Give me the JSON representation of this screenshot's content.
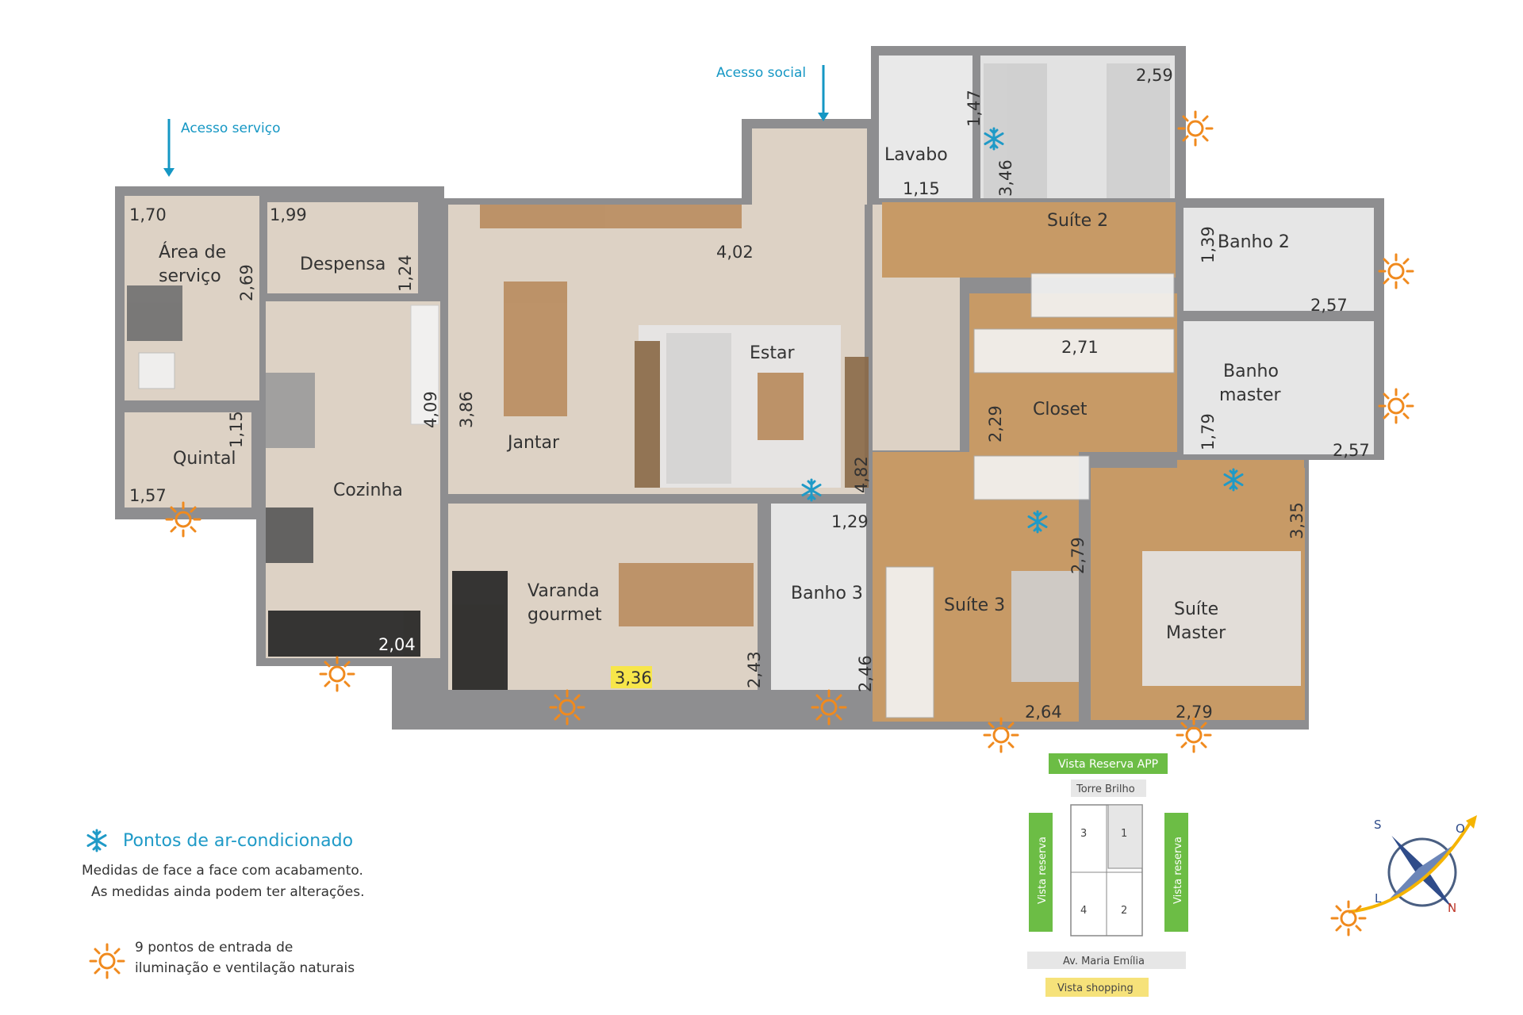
{
  "access": {
    "service": "Acesso serviço",
    "social": "Acesso social"
  },
  "rooms": {
    "area_servico": "Área de serviço",
    "despensa": "Despensa",
    "quintal": "Quintal",
    "cozinha": "Cozinha",
    "jantar": "Jantar",
    "estar": "Estar",
    "varanda": "Varanda gourmet",
    "lavabo": "Lavabo",
    "suite2": "Suíte 2",
    "banho2": "Banho 2",
    "banho_master": "Banho master",
    "closet": "Closet",
    "banho3": "Banho 3",
    "suite3": "Suíte 3",
    "suite_master": "Suíte Master"
  },
  "dimensions": {
    "d170": "1,70",
    "d269": "2,69",
    "d199": "1,99",
    "d124": "1,24",
    "d115a": "1,15",
    "d157": "1,57",
    "d204": "2,04",
    "d409": "4,09",
    "d386": "3,86",
    "d402": "4,02",
    "d482": "4,82",
    "d336": "3,36",
    "d243": "2,43",
    "d129": "1,29",
    "d246": "2,46",
    "d147": "1,47",
    "d115b": "1,15",
    "d346": "3,46",
    "d259": "2,59",
    "d139": "1,39",
    "d257a": "2,57",
    "d271": "2,71",
    "d229": "2,29",
    "d179": "1,79",
    "d257b": "2,57",
    "d335": "3,35",
    "d279a": "2,79",
    "d264": "2,64",
    "d279b": "2,79"
  },
  "legend": {
    "ac_title": "Pontos de ar-condicionado",
    "measures_line1": "Medidas de face a face com acabamento.",
    "measures_line2": "As medidas ainda podem ter alterações.",
    "sun_line1": "9 pontos de entrada de",
    "sun_line2": "iluminação e ventilação naturais"
  },
  "site": {
    "top_green": "Vista Reserva APP",
    "tower": "Torre Brilho",
    "left_green": "Vista reserva",
    "right_green": "Vista reserva",
    "street": "Av. Maria Emília",
    "bottom_yellow": "Vista shopping",
    "units": [
      "3",
      "1",
      "4",
      "2"
    ]
  },
  "compass": {
    "s": "S",
    "o": "O",
    "n": "N",
    "l": "L"
  },
  "colors": {
    "wall": "#8e8e90",
    "tile": "#ddd2c5",
    "wood": "#c79a66",
    "accent_blue": "#1f9ac7",
    "sun": "#f08a1e",
    "green": "#6cbd45",
    "yellow": "#f6e27a"
  }
}
